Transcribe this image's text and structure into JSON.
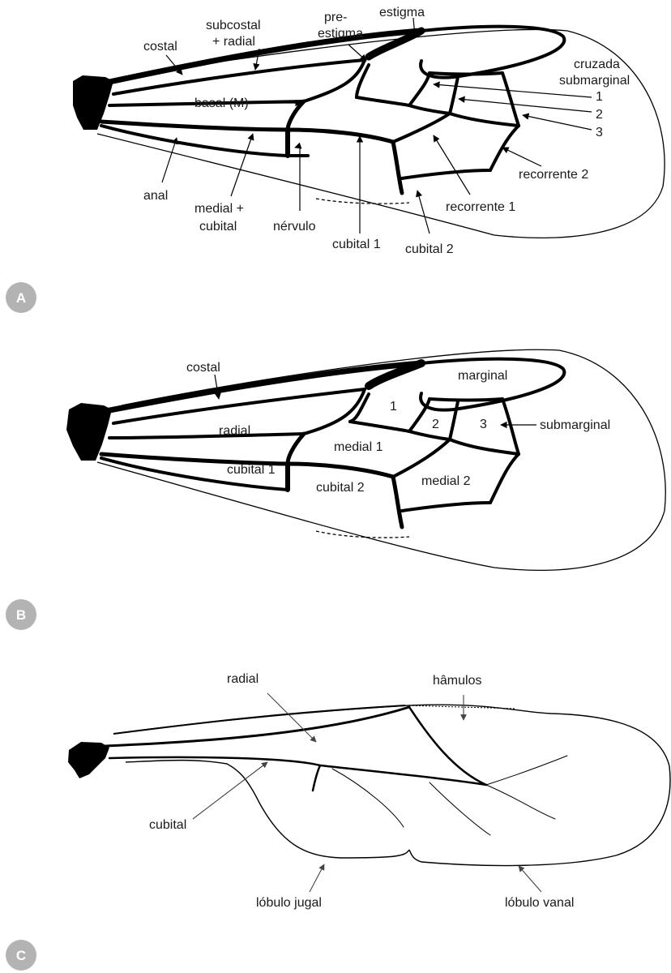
{
  "panels": {
    "a": {
      "badge": "A",
      "labels": {
        "estigma": "estigma",
        "pre1": "pre-",
        "pre2": "estigma",
        "subcostal1": "subcostal",
        "subcostal2": "+ radial",
        "costal": "costal",
        "cruzada": "cruzada",
        "submarginal": "submarginal",
        "n1": "1",
        "n2": "2",
        "n3": "3",
        "basal": "basal (M)",
        "recorrente2": "recorrente 2",
        "recorrente1": "recorrente 1",
        "anal": "anal",
        "medial1": "medial +",
        "medial2": "cubital",
        "nervulo": "nérvulo",
        "cubital1": "cubital 1",
        "cubital2": "cubital 2"
      }
    },
    "b": {
      "badge": "B",
      "labels": {
        "costal": "costal",
        "marginal": "marginal",
        "n1": "1",
        "n2": "2",
        "n3": "3",
        "submarginal": "submarginal",
        "radial": "radial",
        "medial1": "medial 1",
        "cubital1": "cubital 1",
        "cubital2": "cubital 2",
        "medial2": "medial 2"
      }
    },
    "c": {
      "badge": "C",
      "labels": {
        "radial": "radial",
        "hamulos": "hâmulos",
        "cubital": "cubital",
        "lobulo_jugal": "lóbulo jugal",
        "lobulo_vanal": "lóbulo vanal"
      }
    }
  },
  "colors": {
    "badge": "#b3b3b3",
    "vein": "#000000",
    "outline": "#000000",
    "text": "#1a1a1a",
    "leader": "#000000"
  }
}
